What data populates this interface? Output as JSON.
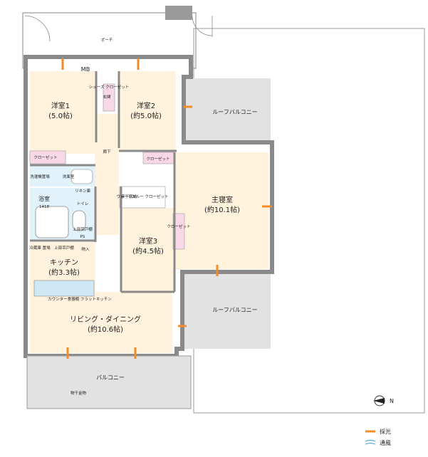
{
  "porch": "ポーチ",
  "roof_balcony_top": "ルーフバルコニー",
  "roof_balcony_bottom": "ルーフバルコニー",
  "balcony": "バルコニー",
  "balcony_note": "物干金物",
  "mb": "MB",
  "entrance": "玄関",
  "shoes_closet": "シューズ クローゼット",
  "hallway": "廊下",
  "room1": {
    "name": "洋室1",
    "size": "(5.0帖)"
  },
  "room2": {
    "name": "洋室2",
    "size": "(約5.0帖)"
  },
  "room3": {
    "name": "洋室3",
    "size": "(約4.5帖)"
  },
  "master": {
    "name": "主寝室",
    "size": "(約10.1帖)"
  },
  "closet1": "クローゼット",
  "closet2": "クローゼット",
  "closet3": "クローゼット",
  "walk_in_closet": "ウォークスルー クローゼット",
  "under_floor_storage": "床下収納",
  "washroom": "洗面室",
  "laundry": "洗濯機置場",
  "linen": "リネン庫",
  "bath": {
    "name": "浴室",
    "size": "1418"
  },
  "toilet": "トイレ",
  "toilet_storage": "上部吊戸棚",
  "ps": "PS",
  "fridge": "冷蔵庫 置場",
  "upper_cabinet": "上部吊戸棚",
  "storage": "物入",
  "kitchen": {
    "name": "キッチン",
    "size": "(約3.3帖)"
  },
  "counter_note": "カウンター食器棚 フラットキッチン",
  "living": {
    "name": "リビング・ダイニング",
    "size": "(約10.6帖)"
  },
  "compass": "N",
  "legend": {
    "light": "採光",
    "wind": "通風"
  },
  "colors": {
    "wall": "#888888",
    "room": "#fff3dd",
    "wet": "#e1f2fb",
    "closet": "#f8d8e6",
    "balcony": "#e2e2e2",
    "light": "#f28c28",
    "wind": "#5aa9d6"
  }
}
